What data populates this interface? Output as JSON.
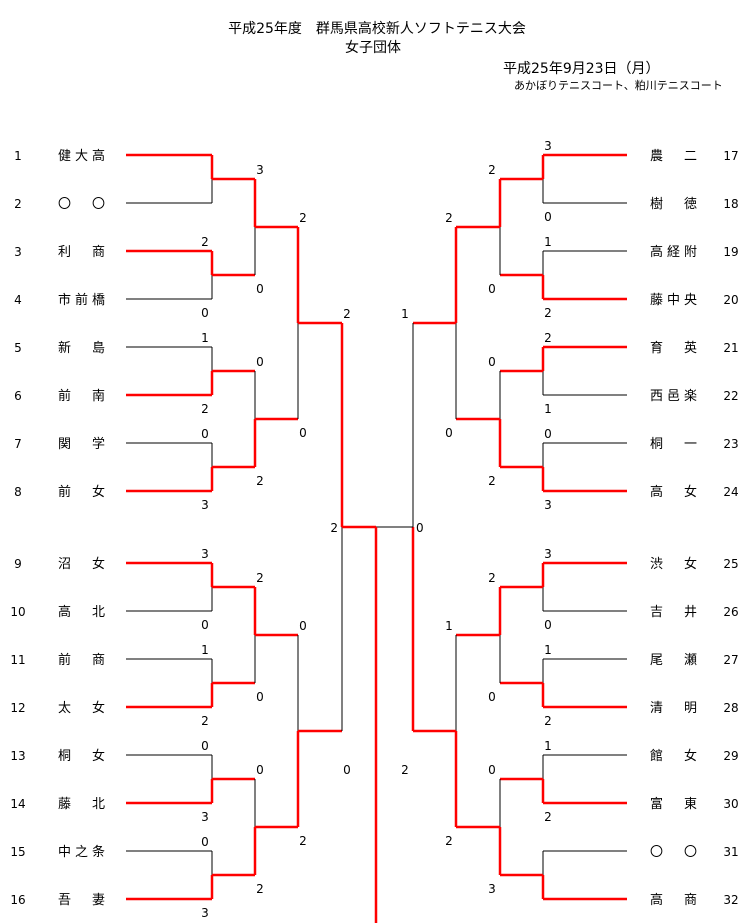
{
  "header": {
    "title": "平成25年度　群馬県高校新人ソフトテニス大会",
    "subtitle": "女子団体",
    "date": "平成25年9月23日（月）",
    "venue": "あかぼりテニスコート、粕川テニスコート"
  },
  "colors": {
    "winner_line": "#ff0000",
    "line": "#000000"
  },
  "left": {
    "teams": [
      {
        "seed": "1",
        "name": "健大高"
      },
      {
        "seed": "2",
        "name": "〇　〇"
      },
      {
        "seed": "3",
        "name": "利　商"
      },
      {
        "seed": "4",
        "name": "市前橋"
      },
      {
        "seed": "5",
        "name": "新　島"
      },
      {
        "seed": "6",
        "name": "前　南"
      },
      {
        "seed": "7",
        "name": "関　学"
      },
      {
        "seed": "8",
        "name": "前　女"
      },
      {
        "seed": "9",
        "name": "沼　女"
      },
      {
        "seed": "10",
        "name": "高　北"
      },
      {
        "seed": "11",
        "name": "前　商"
      },
      {
        "seed": "12",
        "name": "太　女"
      },
      {
        "seed": "13",
        "name": "桐　女"
      },
      {
        "seed": "14",
        "name": "藤　北"
      },
      {
        "seed": "15",
        "name": "中之条"
      },
      {
        "seed": "16",
        "name": "吾　妻"
      }
    ],
    "rounds": [
      [
        {
          "scores": [
            null,
            null
          ],
          "winner": 0
        },
        {
          "scores": [
            "2",
            "0"
          ],
          "winner": 0
        },
        {
          "scores": [
            "1",
            "2"
          ],
          "winner": 1
        },
        {
          "scores": [
            "0",
            "3"
          ],
          "winner": 1
        },
        {
          "scores": [
            "3",
            "0"
          ],
          "winner": 0
        },
        {
          "scores": [
            "1",
            "2"
          ],
          "winner": 1
        },
        {
          "scores": [
            "0",
            "3"
          ],
          "winner": 1
        },
        {
          "scores": [
            "0",
            "3"
          ],
          "winner": 1
        }
      ],
      [
        {
          "scores": [
            "3",
            "0"
          ],
          "winner": 0
        },
        {
          "scores": [
            "0",
            "2"
          ],
          "winner": 1
        },
        {
          "scores": [
            "2",
            "0"
          ],
          "winner": 0
        },
        {
          "scores": [
            "0",
            "2"
          ],
          "winner": 1
        }
      ],
      [
        {
          "scores": [
            "2",
            "0"
          ],
          "winner": 0
        },
        {
          "scores": [
            "0",
            "2"
          ],
          "winner": 1
        }
      ],
      [
        {
          "scores": [
            "2",
            "0"
          ],
          "winner": 0
        }
      ]
    ]
  },
  "right": {
    "teams": [
      {
        "seed": "17",
        "name": "農　二"
      },
      {
        "seed": "18",
        "name": "樹　徳"
      },
      {
        "seed": "19",
        "name": "高経附"
      },
      {
        "seed": "20",
        "name": "藤中央"
      },
      {
        "seed": "21",
        "name": "育　英"
      },
      {
        "seed": "22",
        "name": "西邑楽"
      },
      {
        "seed": "23",
        "name": "桐　一"
      },
      {
        "seed": "24",
        "name": "高　女"
      },
      {
        "seed": "25",
        "name": "渋　女"
      },
      {
        "seed": "26",
        "name": "吉　井"
      },
      {
        "seed": "27",
        "name": "尾　瀬"
      },
      {
        "seed": "28",
        "name": "清　明"
      },
      {
        "seed": "29",
        "name": "館　女"
      },
      {
        "seed": "30",
        "name": "富　東"
      },
      {
        "seed": "31",
        "name": "〇　〇"
      },
      {
        "seed": "32",
        "name": "高　商"
      }
    ],
    "rounds": [
      [
        {
          "scores": [
            "3",
            "0"
          ],
          "winner": 0
        },
        {
          "scores": [
            "1",
            "2"
          ],
          "winner": 1
        },
        {
          "scores": [
            "2",
            "1"
          ],
          "winner": 0
        },
        {
          "scores": [
            "0",
            "3"
          ],
          "winner": 1
        },
        {
          "scores": [
            "3",
            "0"
          ],
          "winner": 0
        },
        {
          "scores": [
            "1",
            "2"
          ],
          "winner": 1
        },
        {
          "scores": [
            "1",
            "2"
          ],
          "winner": 1
        },
        {
          "scores": [
            null,
            null
          ],
          "winner": 1
        }
      ],
      [
        {
          "scores": [
            "2",
            "0"
          ],
          "winner": 0
        },
        {
          "scores": [
            "0",
            "2"
          ],
          "winner": 1
        },
        {
          "scores": [
            "2",
            "0"
          ],
          "winner": 0
        },
        {
          "scores": [
            "0",
            "3"
          ],
          "winner": 1
        }
      ],
      [
        {
          "scores": [
            "2",
            "0"
          ],
          "winner": 0
        },
        {
          "scores": [
            "1",
            "2"
          ],
          "winner": 1
        }
      ],
      [
        {
          "scores": [
            "1",
            "2"
          ],
          "winner": 1
        }
      ]
    ]
  },
  "final": {
    "scores": [
      "2",
      "0"
    ],
    "winner": 0
  }
}
